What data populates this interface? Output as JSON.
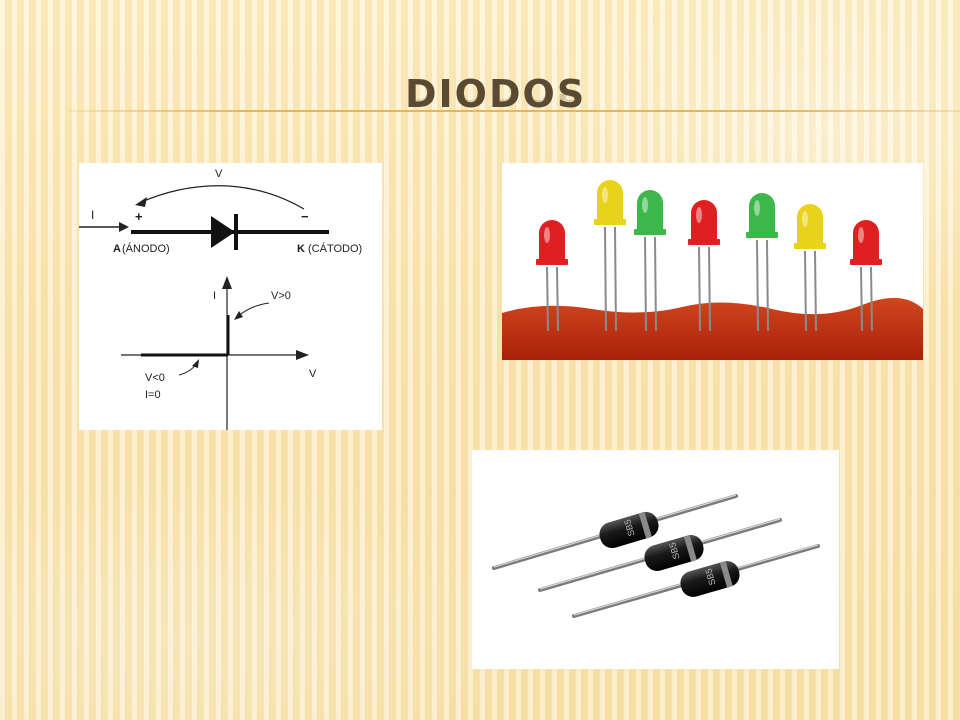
{
  "slide": {
    "title": "DIODOS"
  },
  "diagram": {
    "voltage_top": "V",
    "current": "I",
    "plus": "+",
    "minus": "−",
    "anode_letter": "A",
    "anode_text": "(ÁNODO)",
    "cathode_letter": "K",
    "cathode_text": "(CÁTODO)",
    "axis_i": "I",
    "axis_v": "V",
    "forward": "V>0",
    "reverse_v": "V<0",
    "reverse_i": "I=0"
  },
  "leds": {
    "colors": [
      "#e02020",
      "#e8d21a",
      "#3cb84a",
      "#e02020",
      "#3cb84a",
      "#e8d21a",
      "#e02020"
    ]
  },
  "rectifiers": {
    "marking": "SB5"
  }
}
